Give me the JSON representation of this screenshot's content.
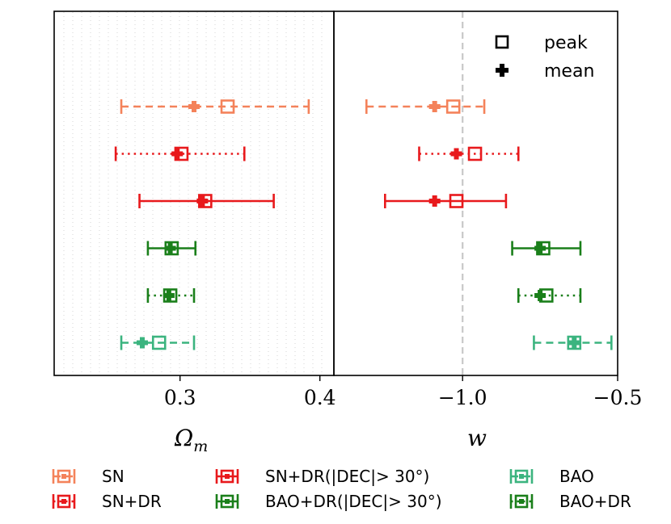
{
  "chart_data": {
    "type": "errorbar",
    "layout": "two panels sharing rows",
    "panels": [
      {
        "xlabel": "Ωm",
        "xlabel_main": "Ω",
        "xlabel_sub": "m",
        "xlim": [
          0.21,
          0.41
        ],
        "ticks": [
          0.3,
          0.4
        ],
        "tick_labels": [
          "0.3",
          "0.4"
        ],
        "grid": "dotted vertical"
      },
      {
        "xlabel": "w",
        "xlim": [
          -1.415,
          -0.5
        ],
        "ticks": [
          -1.0,
          -0.5
        ],
        "tick_labels": [
          "−1.0",
          "−0.5"
        ],
        "reference_line": -1.0
      }
    ],
    "marker_legend": [
      {
        "label": "peak",
        "marker": "open-square"
      },
      {
        "label": "mean",
        "marker": "filled-plus"
      }
    ],
    "series": [
      {
        "name": "SN",
        "color": "#f4825a",
        "line": "dashed",
        "omega": {
          "lo": 0.258,
          "hi": 0.392,
          "peak": 0.334,
          "mean": 0.31
        },
        "w": {
          "lo": -1.31,
          "hi": -0.93,
          "peak": -1.03,
          "mean": -1.09
        }
      },
      {
        "name": "SN+DR(|DEC|> 30°)",
        "color": "#e8191c",
        "line": "dotted",
        "omega": {
          "lo": 0.254,
          "hi": 0.346,
          "peak": 0.301,
          "mean": 0.298
        },
        "w": {
          "lo": -1.14,
          "hi": -0.82,
          "peak": -0.96,
          "mean": -1.02
        }
      },
      {
        "name": "SN+DR",
        "color": "#e8191c",
        "line": "solid",
        "omega": {
          "lo": 0.271,
          "hi": 0.367,
          "peak": 0.318,
          "mean": 0.316
        },
        "w": {
          "lo": -1.25,
          "hi": -0.86,
          "peak": -1.02,
          "mean": -1.09
        }
      },
      {
        "name": "BAO+DR(|DEC|> 30°)",
        "color": "#1a7f1a",
        "line": "solid",
        "omega": {
          "lo": 0.277,
          "hi": 0.311,
          "peak": 0.294,
          "mean": 0.293
        },
        "w": {
          "lo": -0.84,
          "hi": -0.62,
          "peak": -0.74,
          "mean": -0.75
        }
      },
      {
        "name": "BAO+DR",
        "color": "#1a7f1a",
        "line": "dotted",
        "omega": {
          "lo": 0.277,
          "hi": 0.31,
          "peak": 0.293,
          "mean": 0.292
        },
        "w": {
          "lo": -0.82,
          "hi": -0.62,
          "peak": -0.73,
          "mean": -0.75
        }
      },
      {
        "name": "BAO",
        "color": "#3bb47f",
        "line": "dashed",
        "omega": {
          "lo": 0.258,
          "hi": 0.31,
          "peak": 0.285,
          "mean": 0.273
        },
        "w": {
          "lo": -0.77,
          "hi": -0.52,
          "peak": -0.64,
          "mean": -0.64
        }
      }
    ],
    "legend": [
      {
        "label": "SN",
        "color": "#f4825a",
        "line": "dashed"
      },
      {
        "label": "SN+DR(|DEC|> 30°)",
        "color": "#e8191c",
        "line": "solid"
      },
      {
        "label": "BAO",
        "color": "#3bb47f",
        "line": "dashed"
      },
      {
        "label": "SN+DR",
        "color": "#e8191c",
        "line": "dotted"
      },
      {
        "label": "BAO+DR(|DEC|> 30°)",
        "color": "#1a7f1a",
        "line": "solid"
      },
      {
        "label": "BAO+DR",
        "color": "#1a7f1a",
        "line": "dotted"
      }
    ],
    "legend_placement": "bottom, three columns"
  }
}
